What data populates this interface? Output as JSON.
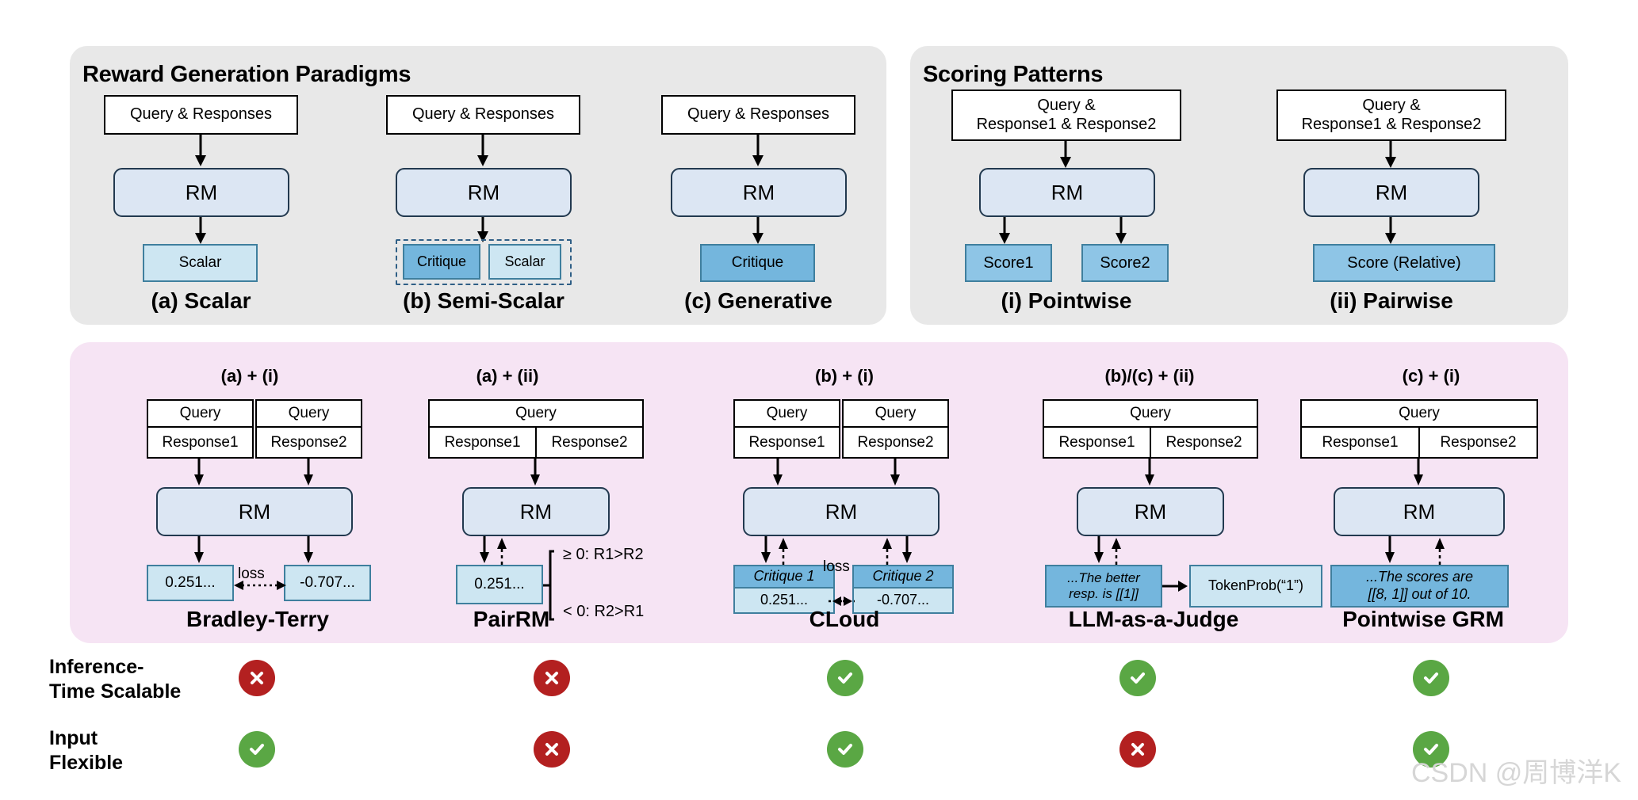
{
  "panels": {
    "left": {
      "title": "Reward Generation Paradigms"
    },
    "right": {
      "title": "Scoring Patterns"
    }
  },
  "labels": {
    "query_responses": "Query & Responses",
    "query_r1_r2_line1": "Query &",
    "query_r1_r2_line2": "Response1 & Response2",
    "rm": "RM",
    "query": "Query",
    "response1": "Response1",
    "response2": "Response2",
    "loss": "loss"
  },
  "paradigms": [
    {
      "id": "scalar",
      "output": "Scalar",
      "caption": "(a) Scalar"
    },
    {
      "id": "semi-scalar",
      "output_a": "Critique",
      "output_b": "Scalar",
      "caption": "(b) Semi-Scalar"
    },
    {
      "id": "generative",
      "output": "Critique",
      "caption": "(c) Generative"
    }
  ],
  "scoring": [
    {
      "id": "pointwise",
      "score1": "Score1",
      "score2": "Score2",
      "caption": "(i) Pointwise"
    },
    {
      "id": "pairwise",
      "score": "Score (Relative)",
      "caption": "(ii) Pairwise"
    }
  ],
  "methods": [
    {
      "id": "bradley-terry",
      "combo": "(a) + (i)",
      "name": "Bradley-Terry",
      "out_left": "0.251...",
      "out_right": "-0.707..."
    },
    {
      "id": "pairrm",
      "combo": "(a) + (ii)",
      "name": "PairRM",
      "out": "0.251...",
      "cond_top": "≥ 0: R1>R2",
      "cond_bottom": "< 0: R2>R1"
    },
    {
      "id": "cloud",
      "combo": "(b) + (i)",
      "name": "CLoud",
      "critique_left": "Critique 1",
      "critique_right": "Critique 2",
      "out_left": "0.251...",
      "out_right": "-0.707..."
    },
    {
      "id": "llm-as-a-judge",
      "combo": "(b)/(c) + (ii)",
      "name": "LLM-as-a-Judge",
      "critique_line1": "...The better",
      "critique_line2": "resp. is [[1]]",
      "tokenprob": "TokenProb(“1”)"
    },
    {
      "id": "pointwise-grm",
      "combo": "(c) + (i)",
      "name": "Pointwise GRM",
      "critique_line1": "...The scores are",
      "critique_line2": "[[8, 1]] out of 10."
    }
  ],
  "matrix": {
    "rows": [
      {
        "label_line1": "Inference-",
        "label_line2": "Time Scalable",
        "values": [
          "no",
          "no",
          "yes",
          "yes",
          "yes"
        ]
      },
      {
        "label_line1": "Input",
        "label_line2": "Flexible",
        "values": [
          "yes",
          "no",
          "yes",
          "no",
          "yes"
        ]
      }
    ]
  },
  "watermark": "CSDN @周博洋K",
  "colors": {
    "panel_gray": "#e8e8e8",
    "panel_pink": "#f6e4f4",
    "rm_fill": "#dce6f3",
    "rm_stroke": "#22394f",
    "light_blue": "#cde6f2",
    "medium_blue": "#74b6dd",
    "score_blue": "#8ec5e6",
    "yes_green": "#5aa744",
    "no_red": "#b32020"
  }
}
